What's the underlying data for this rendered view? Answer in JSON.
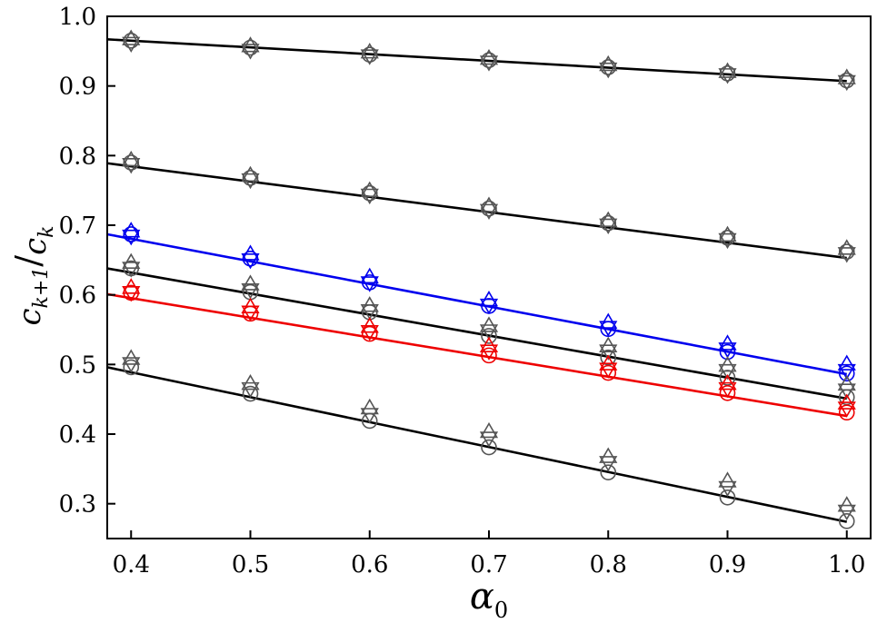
{
  "chart_data": {
    "type": "scatter",
    "xlabel": "α",
    "xlabel_sub": "0",
    "ylabel_base": "c",
    "ylabel_num_sub": "k+1",
    "ylabel_den": "c",
    "ylabel_den_sub": "k",
    "xlim": [
      0.38,
      1.02
    ],
    "ylim": [
      0.25,
      1.0
    ],
    "xticks": [
      "0.4",
      "0.5",
      "0.6",
      "0.7",
      "0.8",
      "0.9",
      "1.0"
    ],
    "yticks": [
      "0.3",
      "0.4",
      "0.5",
      "0.6",
      "0.7",
      "0.8",
      "0.9",
      "1.0"
    ],
    "grid": false,
    "x": [
      0.4,
      0.5,
      0.6,
      0.7,
      0.8,
      0.9,
      1.0
    ],
    "series": [
      {
        "color": "#555555",
        "circle": [
          0.965,
          0.955,
          0.945,
          0.937,
          0.927,
          0.918,
          0.908
        ],
        "triangle_up": [
          0.966,
          0.956,
          0.947,
          0.938,
          0.929,
          0.919,
          0.91
        ],
        "triangle_down": [
          0.963,
          0.953,
          0.945,
          0.936,
          0.926,
          0.918,
          0.908
        ],
        "fit": {
          "color": "#000000",
          "x": [
            0.38,
            1.0
          ],
          "y": [
            0.967,
            0.907
          ]
        }
      },
      {
        "color": "#555555",
        "circle": [
          0.79,
          0.768,
          0.746,
          0.724,
          0.703,
          0.682,
          0.662
        ],
        "triangle_up": [
          0.792,
          0.77,
          0.748,
          0.726,
          0.705,
          0.684,
          0.665
        ],
        "triangle_down": [
          0.789,
          0.767,
          0.745,
          0.723,
          0.702,
          0.681,
          0.661
        ],
        "fit": {
          "color": "#000000",
          "x": [
            0.38,
            1.0
          ],
          "y": [
            0.789,
            0.653
          ]
        }
      },
      {
        "color": "#0000ee",
        "circle": [
          0.687,
          0.652,
          0.618,
          0.584,
          0.551,
          0.518,
          0.487
        ],
        "triangle_up": [
          0.69,
          0.657,
          0.624,
          0.591,
          0.559,
          0.528,
          0.499
        ],
        "triangle_down": [
          0.686,
          0.652,
          0.619,
          0.587,
          0.555,
          0.524,
          0.493
        ],
        "fit": {
          "color": "#0000ee",
          "x": [
            0.38,
            1.0
          ],
          "y": [
            0.687,
            0.486
          ]
        }
      },
      {
        "color": "#555555",
        "circle": [
          0.638,
          0.604,
          0.575,
          0.541,
          0.51,
          0.481,
          0.453
        ],
        "triangle_up": [
          0.645,
          0.614,
          0.583,
          0.554,
          0.525,
          0.497,
          0.47
        ],
        "triangle_down": [
          0.64,
          0.609,
          0.579,
          0.55,
          0.521,
          0.493,
          0.465
        ],
        "fit": {
          "color": "#000000",
          "x": [
            0.38,
            1.0
          ],
          "y": [
            0.638,
            0.451
          ]
        }
      },
      {
        "color": "#ee0000",
        "circle": [
          0.603,
          0.573,
          0.544,
          0.513,
          0.488,
          0.459,
          0.431
        ],
        "triangle_up": [
          0.609,
          0.581,
          0.553,
          0.525,
          0.499,
          0.471,
          0.443
        ],
        "triangle_down": [
          0.605,
          0.577,
          0.549,
          0.521,
          0.495,
          0.467,
          0.439
        ],
        "fit": {
          "color": "#ee0000",
          "x": [
            0.38,
            1.0
          ],
          "y": [
            0.601,
            0.426
          ]
        }
      },
      {
        "color": "#555555",
        "circle": [
          0.496,
          0.458,
          0.419,
          0.381,
          0.345,
          0.309,
          0.275
        ],
        "triangle_up": [
          0.507,
          0.471,
          0.436,
          0.402,
          0.366,
          0.331,
          0.296
        ],
        "triangle_down": [
          0.503,
          0.467,
          0.43,
          0.396,
          0.361,
          0.325,
          0.291
        ],
        "fit": {
          "color": "#000000",
          "x": [
            0.38,
            1.0
          ],
          "y": [
            0.496,
            0.274
          ]
        }
      }
    ]
  }
}
